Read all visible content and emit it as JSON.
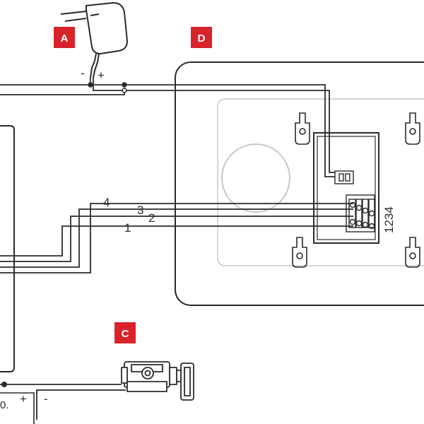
{
  "colors": {
    "badge": "#d8232a",
    "line": "#2b2b2b",
    "panel_fill": "#f2f2f2",
    "light_line": "#c8c8c8"
  },
  "badges": {
    "a": "A",
    "c": "C",
    "d": "D"
  },
  "power_polarity": {
    "minus": "-",
    "plus": "+"
  },
  "wire_numbers": {
    "w1": "1",
    "w2": "2",
    "w3": "3",
    "w4": "4"
  },
  "terminal_numbers": "1234",
  "bottom_left": {
    "truncated": "0.",
    "plus": "+",
    "minus": "-"
  },
  "icons": [
    "power-adapter-icon",
    "electric-lock-icon",
    "outdoor-panel",
    "indoor-monitor"
  ]
}
